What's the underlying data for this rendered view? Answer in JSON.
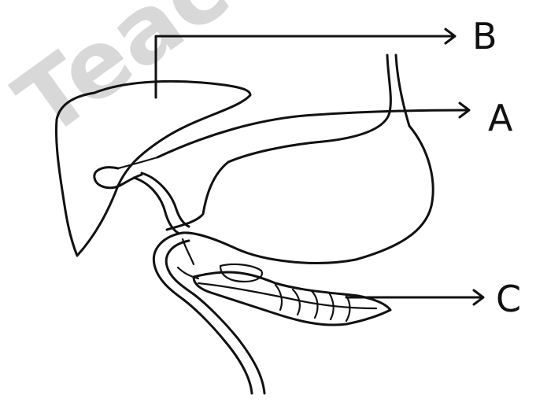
{
  "watermark": {
    "text": "Teac"
  },
  "labels": {
    "a": "A",
    "b": "B",
    "c": "C"
  },
  "colors": {
    "ink": "#111111",
    "watermark": "#d8d8d8",
    "background": "#ffffff"
  }
}
